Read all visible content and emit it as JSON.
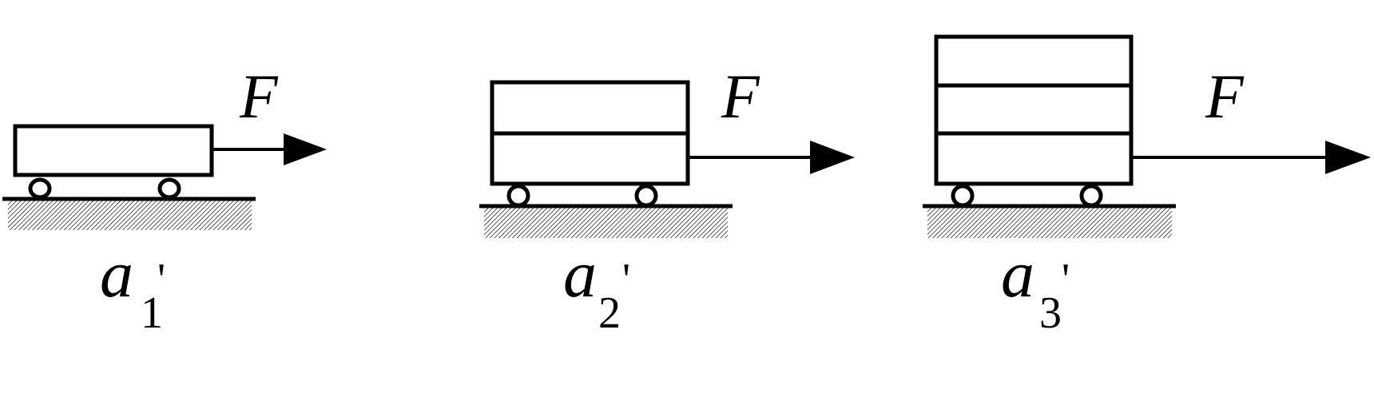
{
  "diagram": {
    "force_label": "F",
    "setups": [
      {
        "accel_symbol": "a",
        "accel_subscript": "1",
        "accel_prime": "'",
        "blocks": 1
      },
      {
        "accel_symbol": "a",
        "accel_subscript": "2",
        "accel_prime": "'",
        "blocks": 2
      },
      {
        "accel_symbol": "a",
        "accel_subscript": "3",
        "accel_prime": "'",
        "blocks": 3
      }
    ],
    "colors": {
      "stroke": "#000000",
      "background": "#ffffff"
    }
  }
}
